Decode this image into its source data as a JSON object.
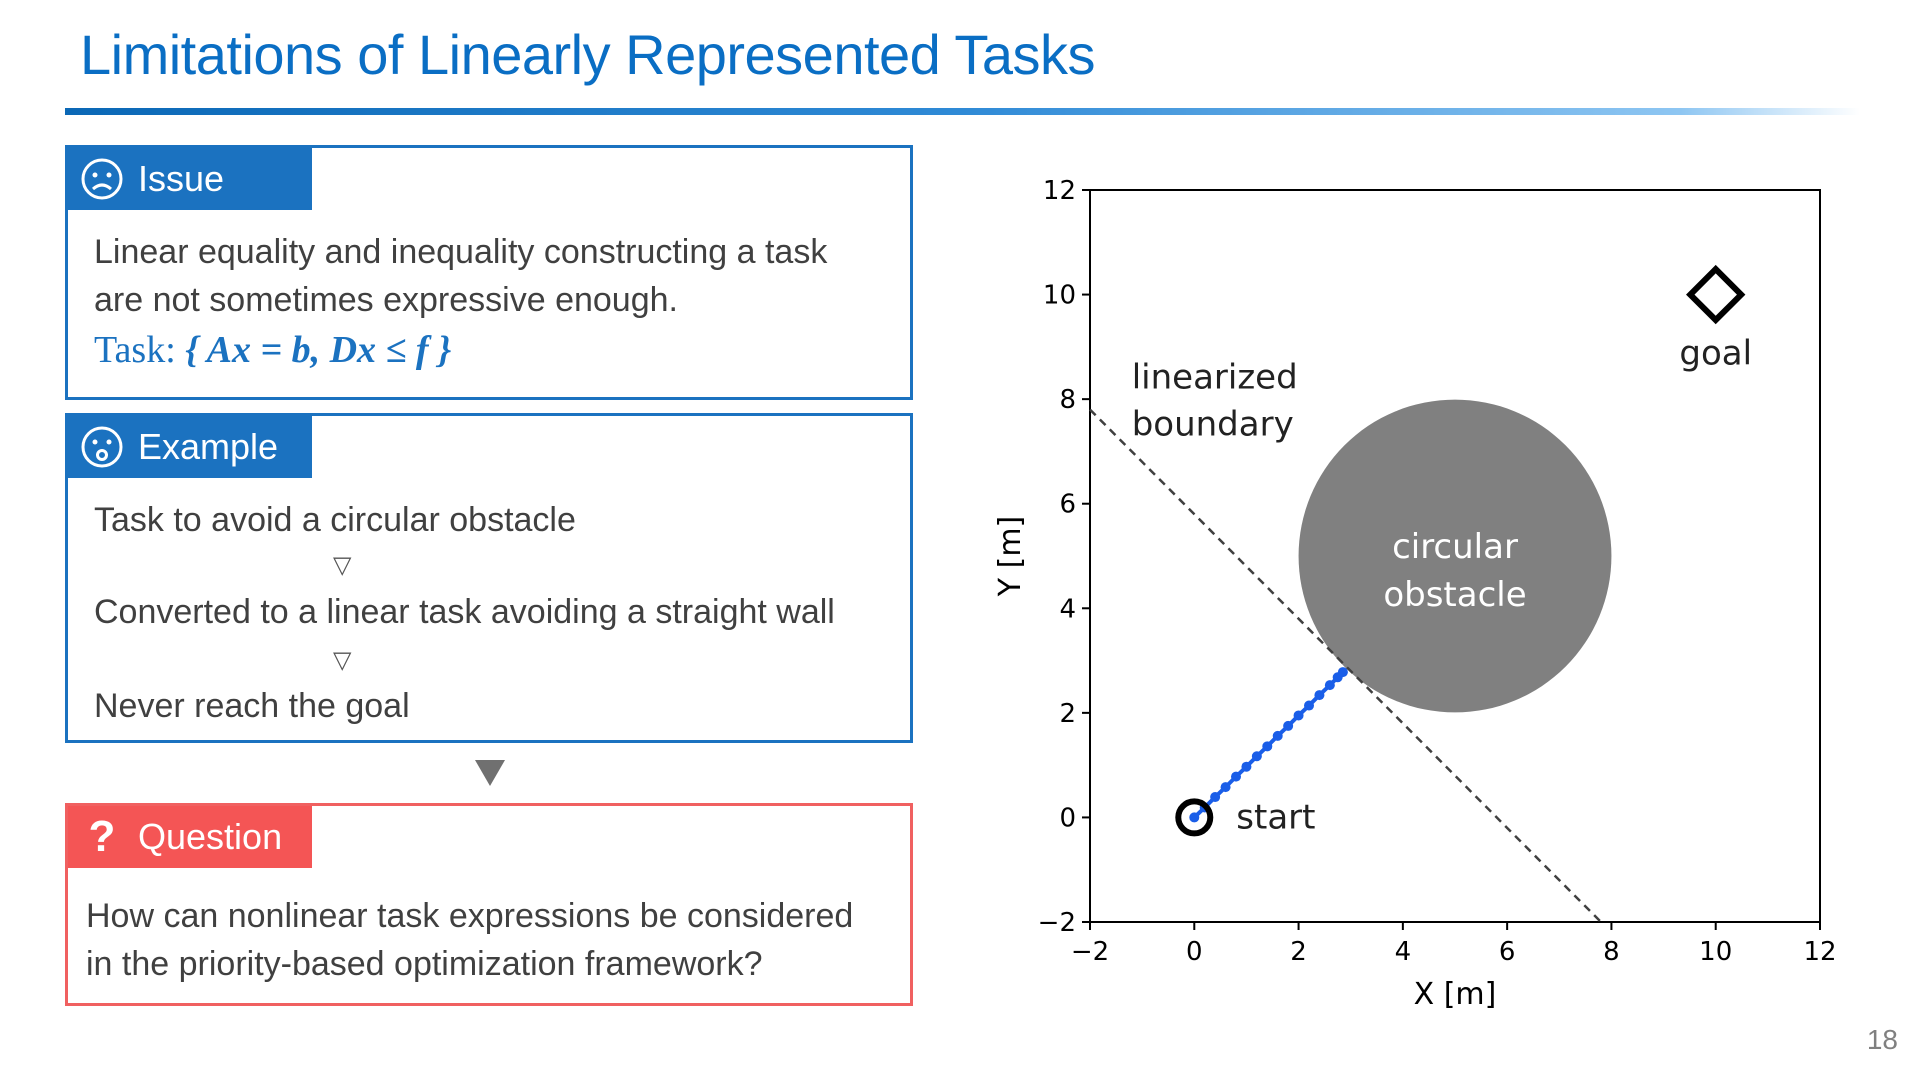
{
  "slide": {
    "title": "Limitations of Linearly Represented Tasks",
    "page_number": "18"
  },
  "issue": {
    "heading": "Issue",
    "icon": "worried-face-icon",
    "line1": "Linear equality and inequality constructing a task",
    "line2": "are not sometimes expressive enough.",
    "task_prefix": "Task:",
    "task_math": "{ Ax = b,  Dx ≤ f }"
  },
  "example": {
    "heading": "Example",
    "icon": "surprised-face-icon",
    "step1": "Task to avoid a circular obstacle",
    "step2": "Converted to a linear task avoiding a straight wall",
    "step3": "Never reach the goal",
    "arrow": "▽"
  },
  "question": {
    "heading": "Question",
    "icon": "question-mark-icon",
    "line1": "How can nonlinear task expressions be considered",
    "line2": "in the priority-based optimization framework?"
  },
  "colors": {
    "accent_blue": "#1b72c0",
    "question_red": "#f45555",
    "obstacle_gray": "#808080",
    "trajectory_blue": "#1a5ee8"
  },
  "chart_data": {
    "type": "scatter",
    "xlabel": "X [m]",
    "ylabel": "Y [m]",
    "xlim": [
      -2,
      12
    ],
    "ylim": [
      -2,
      12
    ],
    "xticks": [
      -2,
      0,
      2,
      4,
      6,
      8,
      10,
      12
    ],
    "yticks": [
      -2,
      0,
      2,
      4,
      6,
      8,
      10,
      12
    ],
    "xtick_labels": [
      "−2",
      "0",
      "2",
      "4",
      "6",
      "8",
      "10",
      "12"
    ],
    "ytick_labels": [
      "−2",
      "0",
      "2",
      "4",
      "6",
      "8",
      "10",
      "12"
    ],
    "grid": false,
    "obstacle": {
      "center": [
        5,
        5
      ],
      "radius": 3,
      "label_line1": "circular",
      "label_line2": "obstacle"
    },
    "linearized_boundary": {
      "from": [
        -2,
        7.8
      ],
      "to": [
        7.8,
        -2
      ],
      "label_line1": "linearized",
      "label_line2": "boundary"
    },
    "start": {
      "point": [
        0,
        0
      ],
      "label": "start"
    },
    "goal": {
      "point": [
        10,
        10
      ],
      "label": "goal"
    },
    "trajectory": {
      "x": [
        0,
        0.2,
        0.4,
        0.6,
        0.8,
        1.0,
        1.2,
        1.4,
        1.6,
        1.8,
        2.0,
        2.2,
        2.4,
        2.6,
        2.75,
        2.85
      ],
      "y": [
        0,
        0.19,
        0.39,
        0.58,
        0.78,
        0.97,
        1.17,
        1.36,
        1.56,
        1.75,
        1.95,
        2.14,
        2.34,
        2.53,
        2.68,
        2.78
      ]
    }
  }
}
